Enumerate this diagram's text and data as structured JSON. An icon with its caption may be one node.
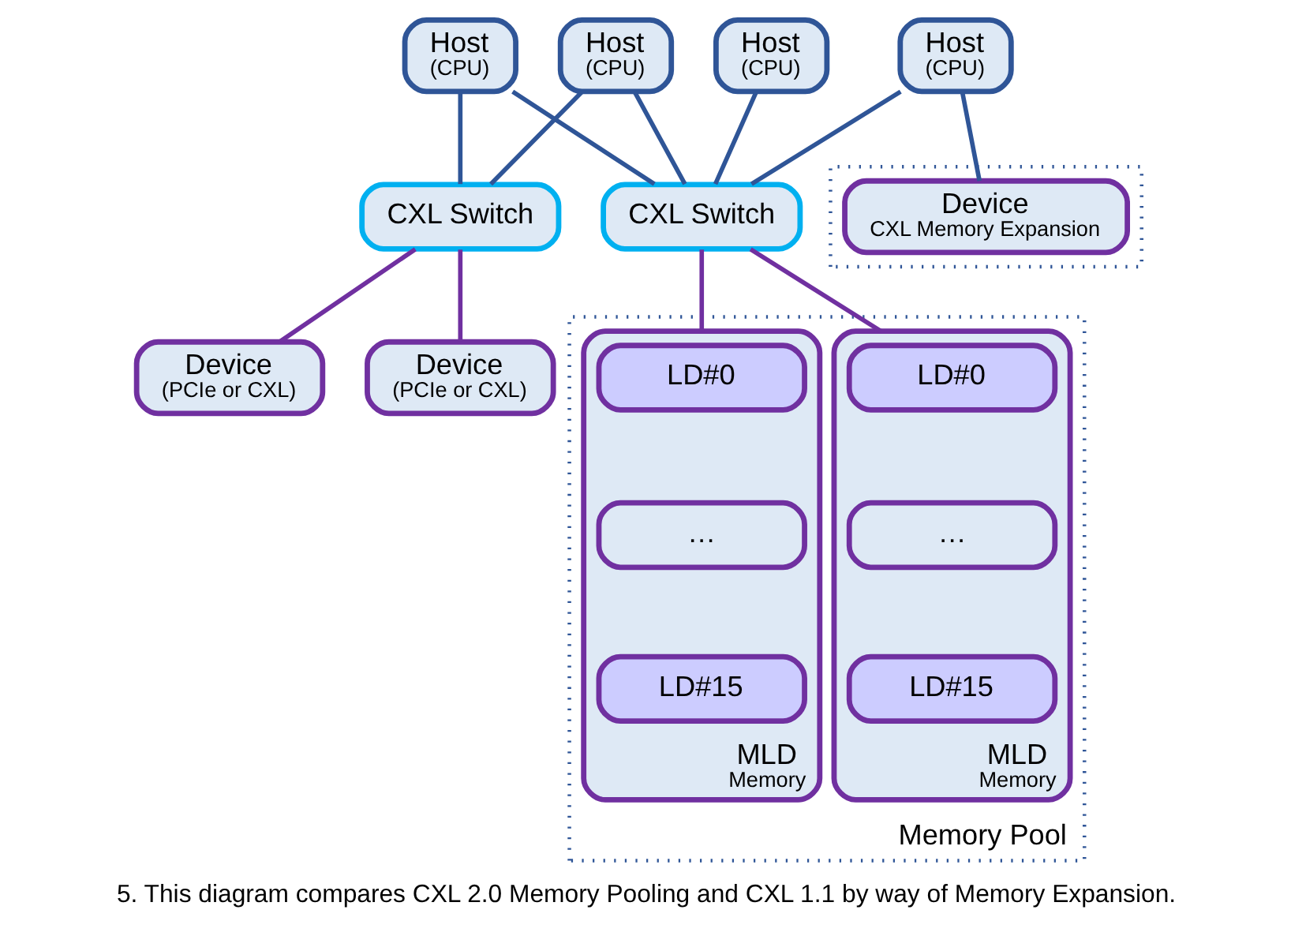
{
  "diagram": {
    "caption": "5. This diagram compares CXL 2.0 Memory Pooling and CXL 1.1 by way of Memory Expansion.",
    "nodes": [
      {
        "text": [
          "Host",
          "(CPU)"
        ]
      },
      {
        "text": [
          "Host",
          "(CPU)"
        ]
      },
      {
        "text": [
          "Host",
          "(CPU)"
        ]
      },
      {
        "text": [
          "Host",
          "(CPU)"
        ]
      },
      {
        "text": [
          "CXL Switch"
        ]
      },
      {
        "text": [
          "CXL Switch"
        ]
      },
      {
        "text": [],
        "shape": "box"
      },
      {
        "text": [
          "Device",
          "CXL Memory Expansion"
        ],
        "in": 6
      },
      {
        "text": [
          "Device",
          "(PCIe or CXL)"
        ]
      },
      {
        "text": [
          "Device",
          "(PCIe or CXL)"
        ]
      },
      {
        "text": [
          "Memory Pool"
        ]
      },
      {
        "text": [
          "MLD",
          "Memory"
        ],
        "in": 10
      },
      {
        "text": [
          "LD#0"
        ],
        "in": 11
      },
      {
        "text": [
          "…"
        ],
        "in": 11
      },
      {
        "text": [
          "LD#15"
        ],
        "in": 11
      },
      {
        "text": [
          "MLD",
          "Memory"
        ],
        "in": 10
      },
      {
        "text": [
          "LD#0"
        ],
        "in": 15
      },
      {
        "text": [
          "…"
        ],
        "in": 15
      },
      {
        "text": [
          "LD#15"
        ],
        "in": 15
      }
    ],
    "edges": [
      {
        "from": 0,
        "to": 4,
        "arrow": "none"
      },
      {
        "from": 0,
        "to": 5,
        "arrow": "none"
      },
      {
        "from": 1,
        "to": 4,
        "arrow": "none"
      },
      {
        "from": 1,
        "to": 5,
        "arrow": "none"
      },
      {
        "from": 2,
        "to": 5,
        "arrow": "none"
      },
      {
        "from": 3,
        "to": 5,
        "arrow": "none"
      },
      {
        "from": 3,
        "to": 7,
        "arrow": "none"
      },
      {
        "from": 4,
        "to": 8,
        "arrow": "none",
        "color": "#7030a0"
      },
      {
        "from": 4,
        "to": 9,
        "arrow": "none",
        "color": "#7030a0"
      },
      {
        "from": 5,
        "to": 11,
        "arrow": "none",
        "color": "#7030a0"
      },
      {
        "from": 5,
        "to": 15,
        "arrow": "none",
        "color": "#7030a0"
      }
    ]
  }
}
